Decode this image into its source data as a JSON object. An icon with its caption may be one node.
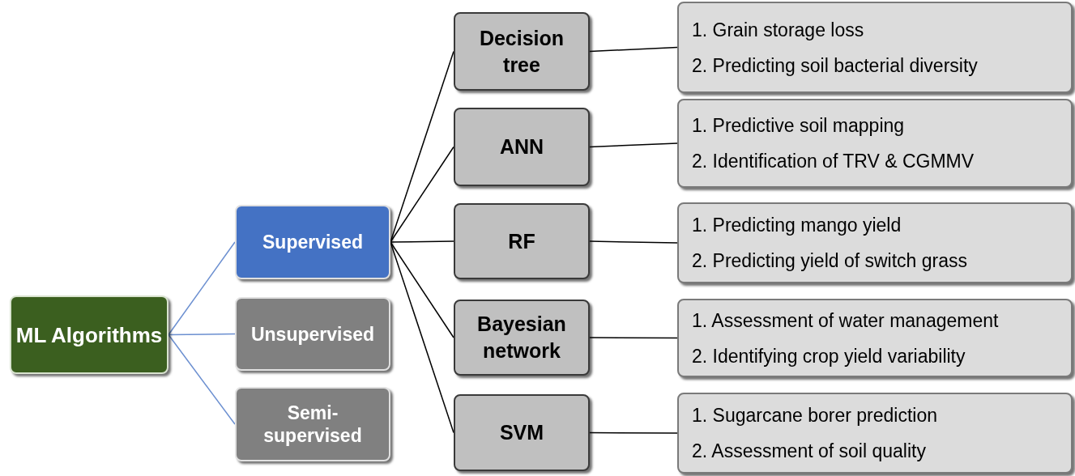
{
  "diagram": {
    "nodes": [
      {
        "text": [
          "ML Algorithms"
        ]
      },
      {
        "text": [
          "Supervised"
        ]
      },
      {
        "text": [
          "Unsupervised"
        ]
      },
      {
        "text": [
          "Semi-supervised"
        ]
      },
      {
        "text": [
          "Decision tree"
        ]
      },
      {
        "text": [
          "ANN"
        ]
      },
      {
        "text": [
          "RF"
        ]
      },
      {
        "text": [
          "Bayesian network"
        ]
      },
      {
        "text": [
          "SVM"
        ]
      },
      {
        "text": [
          "1. Grain storage loss",
          "2. Predicting soil bacterial diversity"
        ]
      },
      {
        "text": [
          "1. Predictive soil mapping",
          "2. Identification of TRV & CGMMV"
        ]
      },
      {
        "text": [
          "1. Predicting mango yield",
          "2. Predicting yield of switch grass"
        ]
      },
      {
        "text": [
          "1. Assessment of water management",
          "2. Identifying crop yield variability"
        ]
      },
      {
        "text": [
          "1. Sugarcane borer prediction",
          "2. Assessment of soil quality"
        ]
      }
    ],
    "edges": [
      {
        "from": 0,
        "to": 1,
        "arrow": "none",
        "color": "#6b8fd0"
      },
      {
        "from": 0,
        "to": 2,
        "arrow": "none",
        "color": "#6b8fd0"
      },
      {
        "from": 0,
        "to": 3,
        "arrow": "none",
        "color": "#6b8fd0"
      },
      {
        "from": 1,
        "to": 4,
        "arrow": "none"
      },
      {
        "from": 1,
        "to": 5,
        "arrow": "none"
      },
      {
        "from": 1,
        "to": 6,
        "arrow": "none"
      },
      {
        "from": 1,
        "to": 7,
        "arrow": "none"
      },
      {
        "from": 1,
        "to": 8,
        "arrow": "none"
      },
      {
        "from": 4,
        "to": 9,
        "arrow": "none"
      },
      {
        "from": 5,
        "to": 10,
        "arrow": "none"
      },
      {
        "from": 6,
        "to": 11,
        "arrow": "none"
      },
      {
        "from": 7,
        "to": 12,
        "arrow": "none"
      },
      {
        "from": 8,
        "to": 13,
        "arrow": "none"
      }
    ]
  }
}
